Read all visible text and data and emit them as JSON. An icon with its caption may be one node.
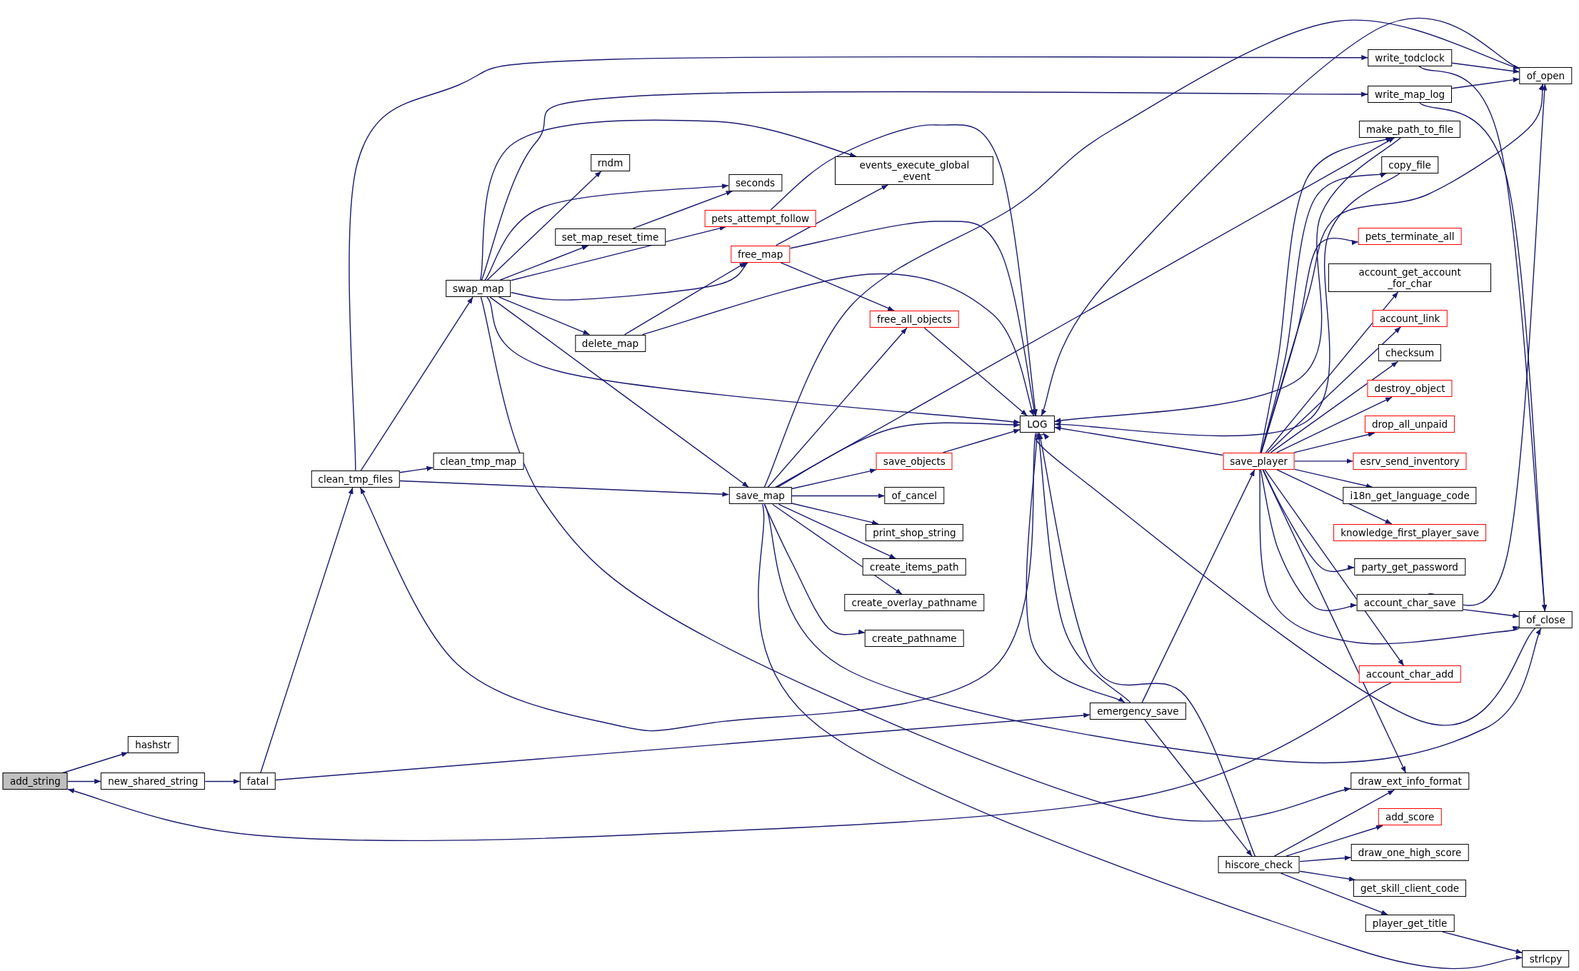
{
  "diagram": {
    "nodes": [
      {
        "text": [
          "add_string"
        ]
      },
      {
        "text": [
          "hashstr"
        ]
      },
      {
        "text": [
          "new_shared_string"
        ]
      },
      {
        "text": [
          "fatal"
        ]
      },
      {
        "text": [
          "clean_tmp_files"
        ]
      },
      {
        "text": [
          "swap_map"
        ]
      },
      {
        "text": [
          "clean_tmp_map"
        ]
      },
      {
        "text": [
          "rndm"
        ]
      },
      {
        "text": [
          "seconds"
        ]
      },
      {
        "text": [
          "set_map_reset_time"
        ]
      },
      {
        "text": [
          "pets_attempt_follow"
        ]
      },
      {
        "text": [
          "free_map"
        ]
      },
      {
        "text": [
          "delete_map"
        ]
      },
      {
        "text": [
          "save_map"
        ]
      },
      {
        "text": [
          "events_execute_global _event"
        ]
      },
      {
        "text": [
          "free_all_objects"
        ]
      },
      {
        "text": [
          "save_objects"
        ]
      },
      {
        "text": [
          "of_cancel"
        ]
      },
      {
        "text": [
          "print_shop_string"
        ]
      },
      {
        "text": [
          "create_items_path"
        ]
      },
      {
        "text": [
          "create_overlay_pathname"
        ]
      },
      {
        "text": [
          "create_pathname"
        ]
      },
      {
        "text": [
          "LOG"
        ]
      },
      {
        "text": [
          "emergency_save"
        ]
      },
      {
        "text": [
          "hiscore_check"
        ]
      },
      {
        "text": [
          "save_player"
        ]
      },
      {
        "text": [
          "write_todclock"
        ]
      },
      {
        "text": [
          "write_map_log"
        ]
      },
      {
        "text": [
          "make_path_to_file"
        ]
      },
      {
        "text": [
          "copy_file"
        ]
      },
      {
        "text": [
          "pets_terminate_all"
        ]
      },
      {
        "text": [
          "account_get_account _for_char"
        ]
      },
      {
        "text": [
          "account_link"
        ]
      },
      {
        "text": [
          "checksum"
        ]
      },
      {
        "text": [
          "destroy_object"
        ]
      },
      {
        "text": [
          "drop_all_unpaid"
        ]
      },
      {
        "text": [
          "esrv_send_inventory"
        ]
      },
      {
        "text": [
          "i18n_get_language_code"
        ]
      },
      {
        "text": [
          "knowledge_first_player_save"
        ]
      },
      {
        "text": [
          "party_get_password"
        ]
      },
      {
        "text": [
          "account_char_save"
        ]
      },
      {
        "text": [
          "account_char_add"
        ]
      },
      {
        "text": [
          "draw_ext_info_format"
        ]
      },
      {
        "text": [
          "add_score"
        ]
      },
      {
        "text": [
          "draw_one_high_score"
        ]
      },
      {
        "text": [
          "get_skill_client_code"
        ]
      },
      {
        "text": [
          "player_get_title"
        ]
      },
      {
        "text": [
          "of_open"
        ]
      },
      {
        "text": [
          "of_close"
        ]
      },
      {
        "text": [
          "strlcpy"
        ]
      }
    ],
    "edges": [
      {
        "from": 0,
        "to": 1,
        "arrow": "to"
      },
      {
        "from": 0,
        "to": 2,
        "arrow": "to"
      },
      {
        "from": 2,
        "to": 3,
        "arrow": "to"
      },
      {
        "from": 3,
        "to": 4,
        "arrow": "to"
      },
      {
        "from": 3,
        "to": 23,
        "arrow": "to"
      },
      {
        "from": 4,
        "to": 5,
        "arrow": "to"
      },
      {
        "from": 4,
        "to": 6,
        "arrow": "to"
      },
      {
        "from": 4,
        "to": 13,
        "arrow": "to"
      },
      {
        "from": 4,
        "to": 26,
        "arrow": "to"
      },
      {
        "from": 22,
        "to": 4,
        "arrow": "to"
      },
      {
        "from": 5,
        "to": 27,
        "arrow": "to"
      },
      {
        "from": 5,
        "to": 14,
        "arrow": "to"
      },
      {
        "from": 5,
        "to": 7,
        "arrow": "to"
      },
      {
        "from": 5,
        "to": 8,
        "arrow": "to"
      },
      {
        "from": 5,
        "to": 9,
        "arrow": "to"
      },
      {
        "from": 5,
        "to": 10,
        "arrow": "to"
      },
      {
        "from": 5,
        "to": 11,
        "arrow": "to"
      },
      {
        "from": 5,
        "to": 12,
        "arrow": "to"
      },
      {
        "from": 5,
        "to": 22,
        "arrow": "to"
      },
      {
        "from": 5,
        "to": 13,
        "arrow": "to"
      },
      {
        "from": 5,
        "to": 42,
        "arrow": "to"
      },
      {
        "from": 9,
        "to": 8,
        "arrow": "to"
      },
      {
        "from": 10,
        "to": 22,
        "arrow": "to"
      },
      {
        "from": 11,
        "to": 14,
        "arrow": "to"
      },
      {
        "from": 11,
        "to": 22,
        "arrow": "to"
      },
      {
        "from": 11,
        "to": 15,
        "arrow": "to"
      },
      {
        "from": 12,
        "to": 11,
        "arrow": "to"
      },
      {
        "from": 12,
        "to": 22,
        "arrow": "to"
      },
      {
        "from": 15,
        "to": 22,
        "arrow": "to"
      },
      {
        "from": 13,
        "to": 47,
        "arrow": "to"
      },
      {
        "from": 13,
        "to": 22,
        "arrow": "to"
      },
      {
        "from": 13,
        "to": 15,
        "arrow": "to"
      },
      {
        "from": 13,
        "to": 28,
        "arrow": "to"
      },
      {
        "from": 13,
        "to": 16,
        "arrow": "to"
      },
      {
        "from": 13,
        "to": 17,
        "arrow": "to"
      },
      {
        "from": 13,
        "to": 18,
        "arrow": "to"
      },
      {
        "from": 13,
        "to": 19,
        "arrow": "to"
      },
      {
        "from": 13,
        "to": 20,
        "arrow": "to"
      },
      {
        "from": 13,
        "to": 21,
        "arrow": "to"
      },
      {
        "from": 13,
        "to": 48,
        "arrow": "to"
      },
      {
        "from": 13,
        "to": 49,
        "arrow": "to"
      },
      {
        "from": 16,
        "to": 22,
        "arrow": "to"
      },
      {
        "from": 47,
        "to": 22,
        "arrow": "to"
      },
      {
        "from": 22,
        "to": 23,
        "arrow": "to"
      },
      {
        "from": 23,
        "to": 22,
        "arrow": "to"
      },
      {
        "from": 48,
        "to": 22,
        "arrow": "to"
      },
      {
        "from": 24,
        "to": 22,
        "arrow": "to"
      },
      {
        "from": 23,
        "to": 25,
        "arrow": "to"
      },
      {
        "from": 23,
        "to": 24,
        "arrow": "to"
      },
      {
        "from": 25,
        "to": 22,
        "arrow": "to"
      },
      {
        "from": 25,
        "to": 28,
        "arrow": "to"
      },
      {
        "from": 25,
        "to": 29,
        "arrow": "to"
      },
      {
        "from": 25,
        "to": 47,
        "arrow": "to"
      },
      {
        "from": 25,
        "to": 30,
        "arrow": "to"
      },
      {
        "from": 25,
        "to": 31,
        "arrow": "to"
      },
      {
        "from": 25,
        "to": 32,
        "arrow": "to"
      },
      {
        "from": 25,
        "to": 33,
        "arrow": "to"
      },
      {
        "from": 25,
        "to": 34,
        "arrow": "to"
      },
      {
        "from": 25,
        "to": 35,
        "arrow": "to"
      },
      {
        "from": 25,
        "to": 36,
        "arrow": "to"
      },
      {
        "from": 25,
        "to": 37,
        "arrow": "to"
      },
      {
        "from": 25,
        "to": 38,
        "arrow": "to"
      },
      {
        "from": 25,
        "to": 39,
        "arrow": "to"
      },
      {
        "from": 25,
        "to": 40,
        "arrow": "to"
      },
      {
        "from": 25,
        "to": 48,
        "arrow": "to"
      },
      {
        "from": 25,
        "to": 41,
        "arrow": "to"
      },
      {
        "from": 25,
        "to": 42,
        "arrow": "to"
      },
      {
        "from": 28,
        "to": 22,
        "arrow": "to"
      },
      {
        "from": 29,
        "to": 22,
        "arrow": "to"
      },
      {
        "from": 41,
        "to": 0,
        "arrow": "to"
      },
      {
        "from": 26,
        "to": 47,
        "arrow": "to"
      },
      {
        "from": 26,
        "to": 48,
        "arrow": "to"
      },
      {
        "from": 27,
        "to": 47,
        "arrow": "to"
      },
      {
        "from": 27,
        "to": 48,
        "arrow": "to"
      },
      {
        "from": 40,
        "to": 47,
        "arrow": "to"
      },
      {
        "from": 40,
        "to": 48,
        "arrow": "to"
      },
      {
        "from": 24,
        "to": 42,
        "arrow": "to"
      },
      {
        "from": 24,
        "to": 43,
        "arrow": "to"
      },
      {
        "from": 24,
        "to": 44,
        "arrow": "to"
      },
      {
        "from": 24,
        "to": 45,
        "arrow": "to"
      },
      {
        "from": 24,
        "to": 46,
        "arrow": "to"
      },
      {
        "from": 46,
        "to": 49,
        "arrow": "to"
      }
    ]
  }
}
